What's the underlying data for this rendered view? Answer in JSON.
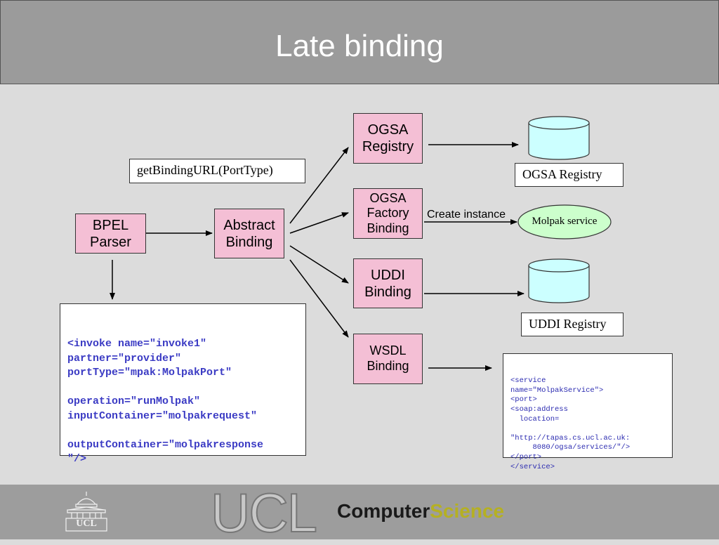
{
  "title": "Late binding",
  "nodes": {
    "bpel": [
      "BPEL",
      "Parser"
    ],
    "abstract": [
      "Abstract",
      "Binding"
    ],
    "ogsa_registry": [
      "OGSA",
      "Registry"
    ],
    "ogsa_factory": [
      "OGSA",
      "Factory",
      "Binding"
    ],
    "uddi_binding": [
      "UDDI",
      "Binding"
    ],
    "wsdl_binding": [
      "WSDL",
      "Binding"
    ]
  },
  "labels": {
    "get_binding": "getBindingURL(PortType)",
    "ogsa_registry_db": "OGSA Registry",
    "uddi_registry_db": "UDDI Registry",
    "create_instance": "Create instance",
    "molpak_service": "Molpak service"
  },
  "invoke_code": "<invoke name=\"invoke1\"\npartner=\"provider\"\nportType=\"mpak:MolpakPort\"\n\noperation=\"runMolpak\"\ninputContainer=\"molpakrequest\"\n\noutputContainer=\"molpakresponse\n\"/>",
  "service_code": "<service\nname=\"MolpakService\">\n<port>\n<soap:address\n  location=\n\n\"http://tapas.cs.ucl.ac.uk:\n     8080/ogsa/services/\"/>\n</port>\n</service>",
  "footer": {
    "ucl_logo_text": "UCL",
    "ucl_big": "UCL",
    "computer": "Computer",
    "science": "Science"
  },
  "colors": {
    "pink": "#f4bfd5",
    "cyan": "#ccffff",
    "green": "#ccffcc",
    "code_blue": "#3b3bc4"
  }
}
